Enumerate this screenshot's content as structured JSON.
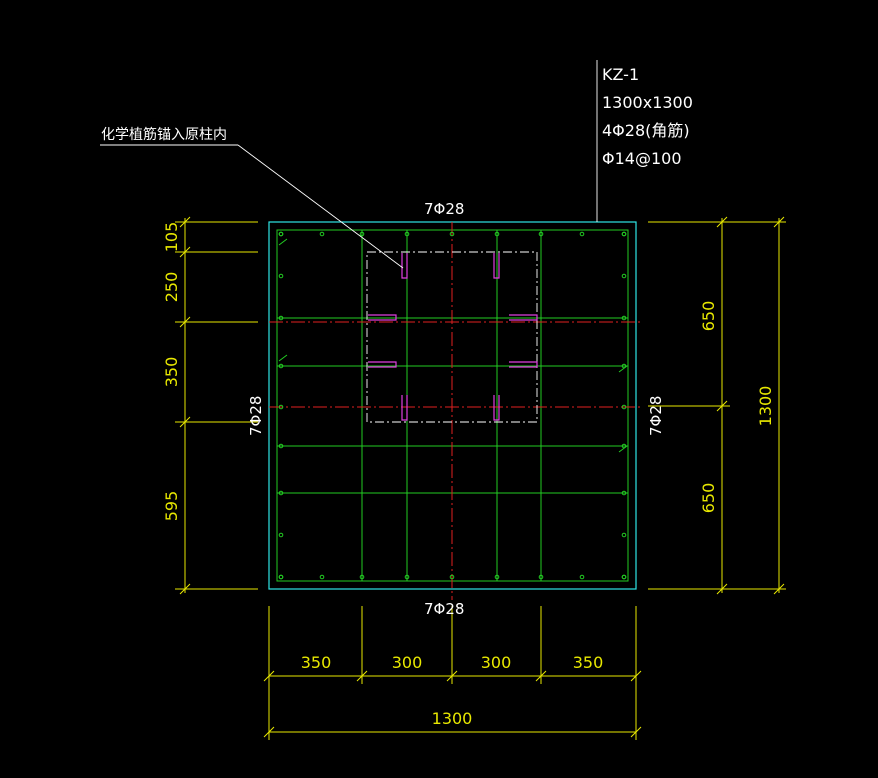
{
  "column": {
    "id": "KZ-1",
    "size": "1300x1300",
    "corner_bars": "4Φ28(角筋)",
    "stirrups": "Φ14@100"
  },
  "annotation": {
    "note": "化学植筋锚入原柱内"
  },
  "rebar": {
    "top": "7Φ28",
    "bottom": "7Φ28",
    "left": "7Φ28",
    "right": "7Φ28"
  },
  "dims": {
    "bottom_segments": [
      "350",
      "300",
      "300",
      "350"
    ],
    "bottom_total": "1300",
    "left_segments": [
      "105",
      "250",
      "350",
      "595"
    ],
    "right_segments": [
      "650",
      "650"
    ],
    "right_total": "1300"
  },
  "colors": {
    "outline": "#2ee6e6",
    "stirrup": "#22cc22",
    "centerline": "#e02020",
    "dimension": "#e8e800",
    "anchor": "#e040e0",
    "leader": "#ffffff"
  }
}
